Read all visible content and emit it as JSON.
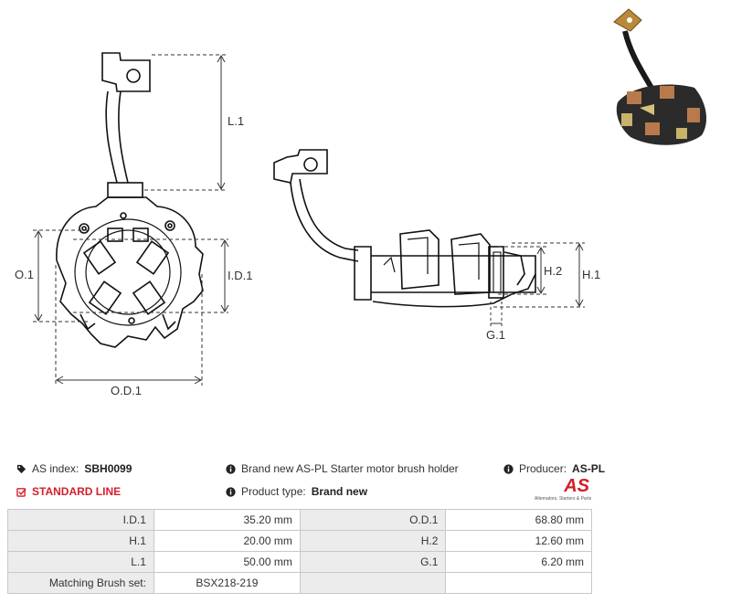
{
  "diagram": {
    "labels": {
      "l1": "L.1",
      "o1": "O.1",
      "id1": "I.D.1",
      "od1": "O.D.1",
      "h1": "H.1",
      "h2": "H.2",
      "g1": "G.1"
    }
  },
  "info": {
    "as_index_label": "AS index:",
    "as_index_value": "SBH0099",
    "standard_line": "STANDARD LINE",
    "description": "Brand new AS-PL Starter motor brush holder",
    "product_type_label": "Product type:",
    "product_type_value": "Brand new",
    "producer_label": "Producer:",
    "producer_value": "AS-PL"
  },
  "logo": {
    "mark": "AS",
    "tagline": "Alternators, Starters & Parts"
  },
  "specs": {
    "rows": [
      {
        "k1": "I.D.1",
        "v1": "35.20 mm",
        "k2": "O.D.1",
        "v2": "68.80 mm"
      },
      {
        "k1": "H.1",
        "v1": "20.00 mm",
        "k2": "H.2",
        "v2": "12.60 mm"
      },
      {
        "k1": "L.1",
        "v1": "50.00 mm",
        "k2": "G.1",
        "v2": "6.20 mm"
      },
      {
        "k1": "Matching Brush set:",
        "v1": "BSX218-219",
        "k2": "",
        "v2": ""
      }
    ]
  },
  "colors": {
    "accent": "#d21f2a",
    "table_header_bg": "#ececec",
    "table_border": "#c8c8c8"
  }
}
